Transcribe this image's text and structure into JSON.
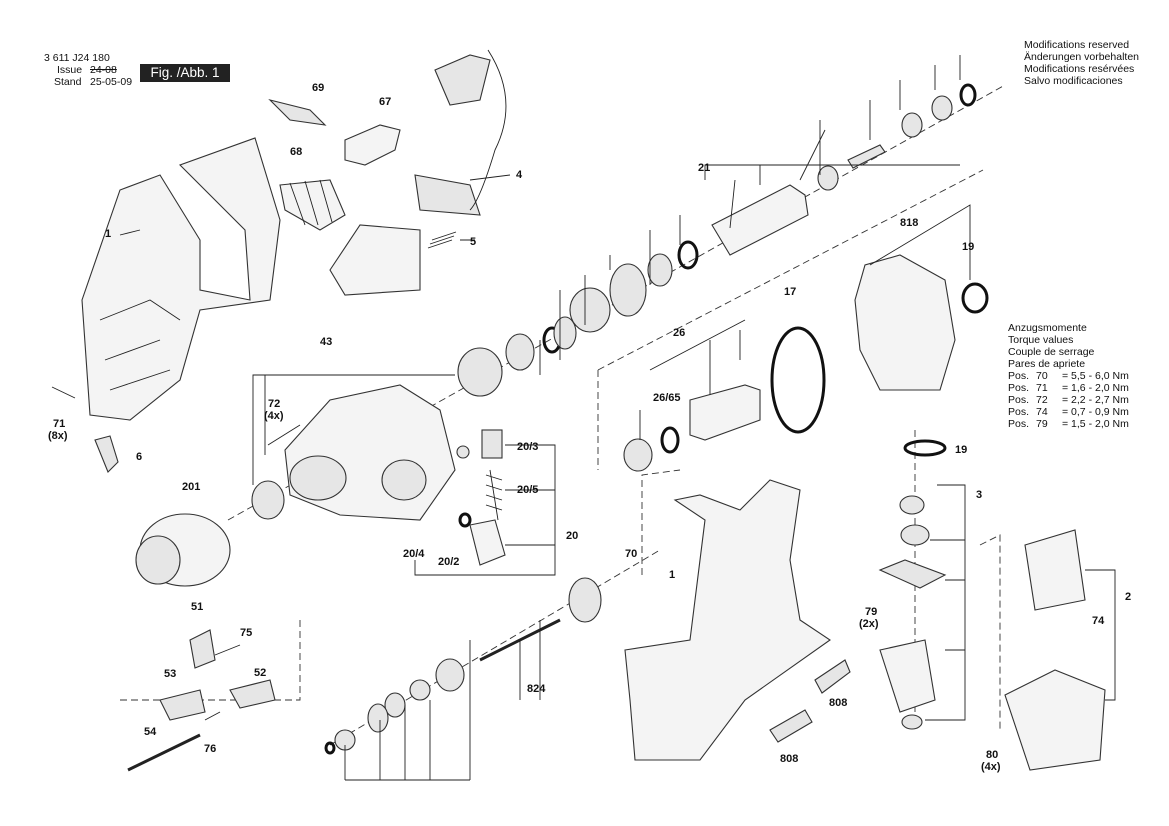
{
  "header": {
    "doc_number": "3 611 J24 180",
    "issue_label": "Issue",
    "issue_value": "24-08",
    "stand_label": "Stand",
    "stand_value": "25-05-09",
    "figure_label": "Fig. /Abb. 1"
  },
  "notes": [
    "Modifications reserved",
    "Änderungen vorbehalten",
    "Modifications resérvées",
    "Salvo modificaciones"
  ],
  "torque": {
    "titles": [
      "Anzugsmomente",
      "Torque values",
      "Couple de serrage",
      "Pares de apriete"
    ],
    "rows": [
      {
        "pos": "Pos.",
        "num": "70",
        "value": "= 5,5 - 6,0 Nm"
      },
      {
        "pos": "Pos.",
        "num": "71",
        "value": "= 1,6 - 2,0 Nm"
      },
      {
        "pos": "Pos.",
        "num": "72",
        "value": "= 2,2 - 2,7 Nm"
      },
      {
        "pos": "Pos.",
        "num": "74",
        "value": "= 0,7 - 0,9 Nm"
      },
      {
        "pos": "Pos.",
        "num": "79",
        "value": "= 1,5 - 2,0 Nm"
      }
    ]
  },
  "callouts": {
    "c69": "69",
    "c67": "67",
    "c68": "68",
    "c4": "4",
    "c5": "5",
    "c1a": "1",
    "c21": "21",
    "c818": "818",
    "c19a": "19",
    "c17": "17",
    "c26": "26",
    "c2665": "26/65",
    "c43": "43",
    "c72": "72",
    "c72q": "(4x)",
    "c71": "71",
    "c71q": "(8x)",
    "c6": "6",
    "c201": "201",
    "c203": "20/3",
    "c205": "20/5",
    "c20": "20",
    "c204": "20/4",
    "c202": "20/2",
    "c19b": "19",
    "c3": "3",
    "c70": "70",
    "c1b": "1",
    "c2": "2",
    "c79": "79",
    "c79q": "(2x)",
    "c74": "74",
    "c51": "51",
    "c75": "75",
    "c53": "53",
    "c52": "52",
    "c824": "824",
    "c808a": "808",
    "c808b": "808",
    "c54": "54",
    "c76": "76",
    "c80": "80",
    "c80q": "(4x)"
  }
}
